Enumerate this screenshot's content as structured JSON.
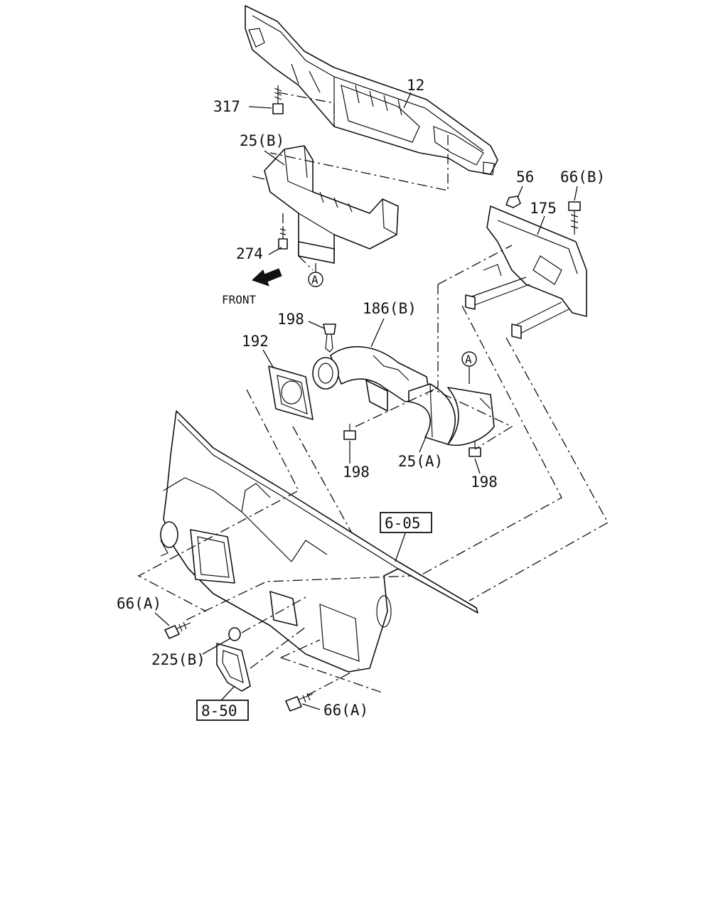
{
  "diagram": {
    "colors": {
      "line": "#111111",
      "background": "#ffffff"
    },
    "direction_label": "FRONT",
    "direction_icon": "arrow-front-icon",
    "callouts": [
      {
        "id": "c12",
        "text": "12"
      },
      {
        "id": "c317",
        "text": "317"
      },
      {
        "id": "c25b",
        "text": "25(B)"
      },
      {
        "id": "c274",
        "text": "274"
      },
      {
        "id": "c56",
        "text": "56"
      },
      {
        "id": "c66b",
        "text": "66(B)"
      },
      {
        "id": "c175",
        "text": "175"
      },
      {
        "id": "c198a",
        "text": "198"
      },
      {
        "id": "c186b",
        "text": "186(B)"
      },
      {
        "id": "c192",
        "text": "192"
      },
      {
        "id": "c198b",
        "text": "198"
      },
      {
        "id": "c25a",
        "text": "25(A)"
      },
      {
        "id": "c198c",
        "text": "198"
      },
      {
        "id": "c66a1",
        "text": "66(A)"
      },
      {
        "id": "c225b",
        "text": "225(B)"
      },
      {
        "id": "c66a2",
        "text": "66(A)"
      }
    ],
    "connection_markers": [
      {
        "id": "m1",
        "text": "A"
      },
      {
        "id": "m2",
        "text": "A"
      }
    ],
    "reference_boxes": [
      {
        "id": "r605",
        "text": "6-05"
      },
      {
        "id": "r850",
        "text": "8-50"
      }
    ]
  }
}
